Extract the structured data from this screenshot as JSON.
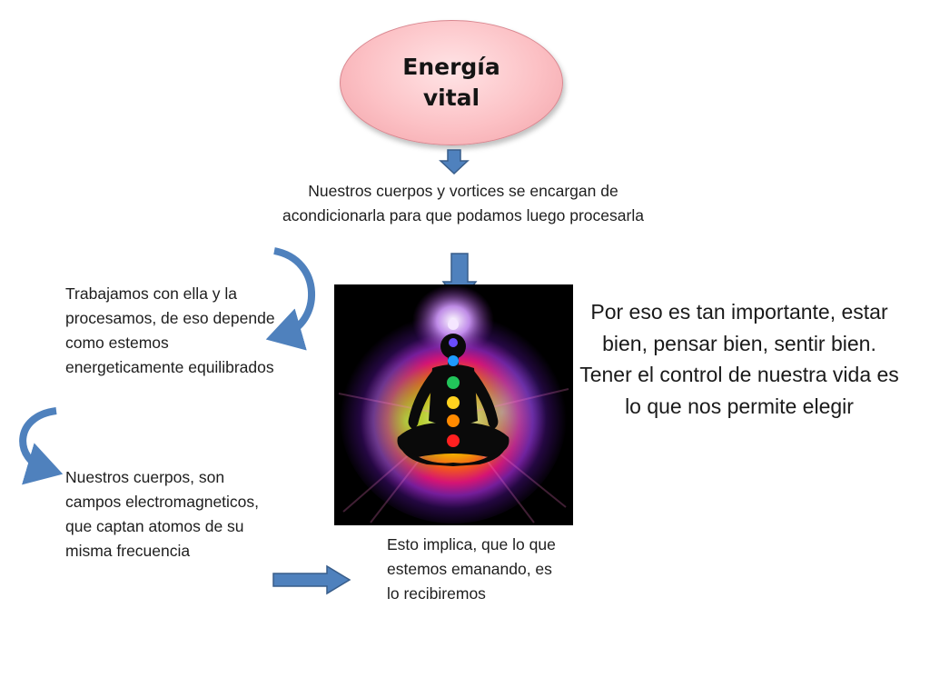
{
  "title": "Energía vital",
  "texts": {
    "top": "Nuestros cuerpos y vortices se encargan de acondicionarla para que podamos luego procesarla",
    "left_1": "Trabajamos con ella y la procesamos, de eso depende como estemos energeticamente equilibrados",
    "left_2": "Nuestros cuerpos, son campos electromagneticos, que captan atomos de su misma frecuencia",
    "bottom": "Esto implica, que lo que estemos emanando, es lo recibiremos",
    "right": "Por eso es tan importante, estar bien, pensar bien, sentir bien.\nTener el control de nuestra vida es lo que nos permite elegir"
  },
  "colors": {
    "arrow_fill": "#4f81bd",
    "arrow_stroke": "#385d8a",
    "bubble_fill": "#fcc1c5"
  },
  "icons": {
    "meditation": "meditating-figure-with-chakras"
  }
}
